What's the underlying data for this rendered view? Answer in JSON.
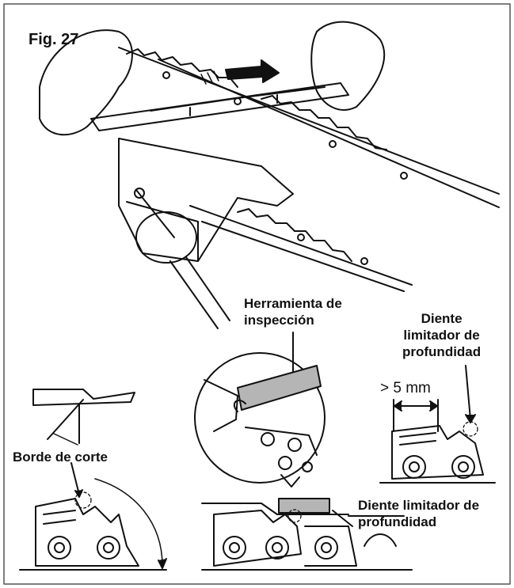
{
  "figure": {
    "title": "Fig. 27",
    "labels": {
      "tool": [
        "Herramienta de",
        "inspección"
      ],
      "depth_gauge_right": [
        "Diente",
        "limitador de",
        "profundidad"
      ],
      "gap": "> 5 mm",
      "cutting_edge": "Borde de corte",
      "depth_gauge_bottom": [
        "Diente limitador de",
        "profundidad"
      ]
    },
    "colors": {
      "ink": "#111111",
      "frame": "#555555",
      "tool_fill": "#b5b5b5",
      "background": "#ffffff"
    }
  }
}
